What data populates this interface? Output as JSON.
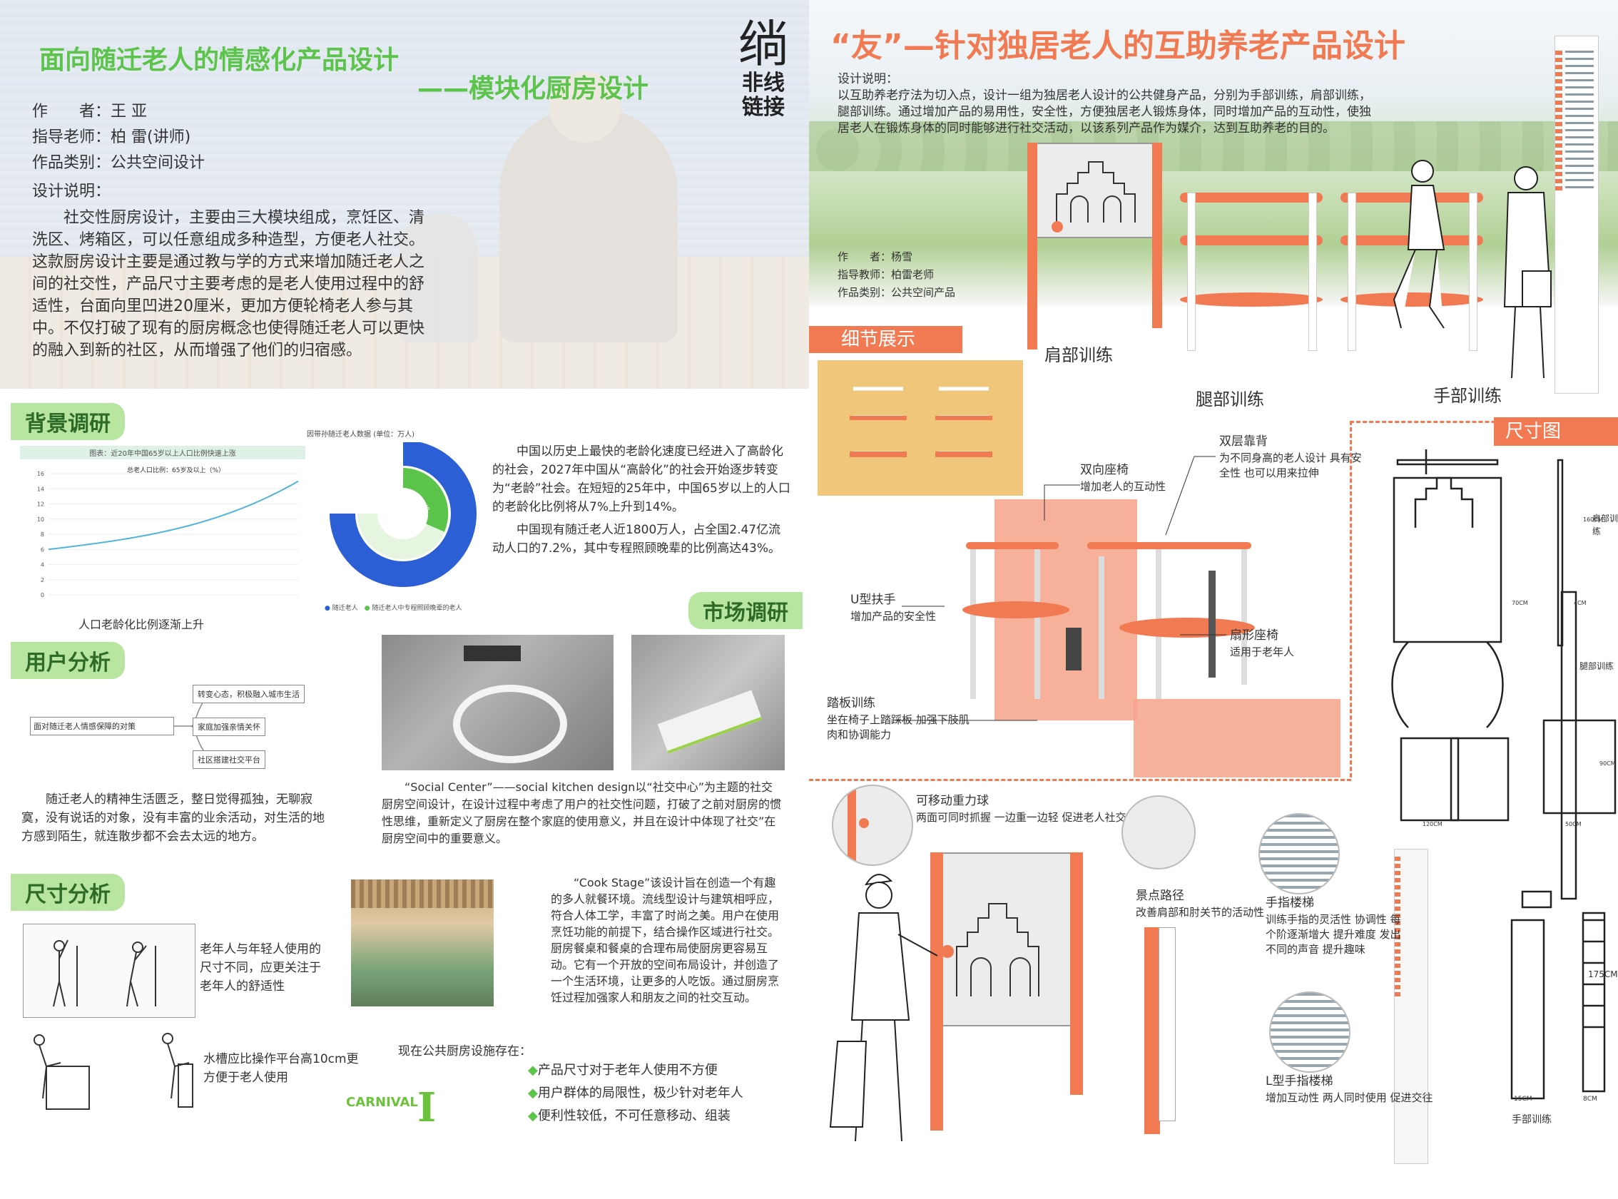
{
  "left": {
    "header": {
      "title_line1": "面向随迁老人的情感化产品设计",
      "title_line2": "——模块化厨房设计",
      "author": "作　　者：王 亚",
      "advisor": "指导老师：柏 雷(讲师)",
      "category": "作品类别：公共空间设计",
      "desc_label": "设计说明：",
      "desc": "社交性厨房设计，主要由三大模块组成，烹饪区、清洗区、烤箱区，可以任意组成多种造型，方便老人社交。这款厨房设计主要是通过教与学的方式来增加随迁老人之间的社交性，产品尺寸主要考虑的是老人使用过程中的舒适性，台面向里凹进20厘米，更加方便轮椅老人参与其中。不仅打破了现有的厨房概念也使得随迁老人可以更快的融入到新的社区，从而增强了他们的归宿感。",
      "logo_line1": "非线",
      "logo_line2": "链接"
    },
    "background": {
      "tag": "背景调研",
      "chart_caption": "图表：近20年中国65岁以上人口比例快速上涨",
      "chart_legend": "总老人口比例：65岁及以上（%）",
      "chart_subtitle": "人口老龄化比例逐渐上升",
      "donut_title": "因带孙随迁老人数据",
      "donut_unit": "(单位：万人)",
      "donut_label1": "随迁老人",
      "donut_label2": "随迁老人中专程照顾晚辈的老人",
      "donut_pct": "43%",
      "para1": "中国以历史上最快的老龄化速度已经进入了高龄化的社会，2027年中国从“高龄化”的社会开始逐步转变为“老龄”社会。在短短的25年中，中国65岁以上的人口的老龄化比例将从7%上升到14%。",
      "para2": "中国现有随迁老人近1800万人，占全国2.47亿流动人口的7.2%，其中专程照顾晚辈的比例高达43%。"
    },
    "market": {
      "tag": "市场调研",
      "caption1": "“Social Center”——social kitchen design以“社交中心”为主题的社交厨房空间设计，在设计过程中考虑了用户的社交性问题，打破了之前对厨房的惯性思维，重新定义了厨房在整个家庭的使用意义，并且在设计中体现了社交”在厨房空间中的重要意义。",
      "caption2": "“Cook Stage”该设计旨在创造一个有趣的多人就餐环境。流线型设计与建筑相呼应，符合人体工学，丰富了时尚之美。用户在使用烹饪功能的前提下，结合操作区域进行社交。厨房餐桌和餐桌的合理布局使厨房更容易互动。它有一个开放的空间布局设计，并创造了一个生活环境，让更多的人吃饭。通过厨房烹饪过程加强家人和朋友之间的社交互动。",
      "problems_title": "现在公共厨房设施存在：",
      "problems": [
        "产品尺寸对于老年人使用不方便",
        "用户群体的局限性，极少针对老年人",
        "便利性较低，不可任意移动、组装"
      ]
    },
    "user": {
      "tag": "用户分析",
      "root": "面对随迁老人情感保障的对策",
      "branches": [
        "转变心态，积极融入城市生活",
        "家庭加强亲情关怀",
        "社区搭建社交平台"
      ],
      "para": "随迁老人的精神生活匮乏，整日觉得孤独，无聊寂寞，没有说话的对象，没有丰富的业余活动，对生活的地方感到陌生，就连散步都不会去太远的地方。"
    },
    "size": {
      "tag": "尺寸分析",
      "note1": "老年人与年轻人使用的尺寸不同，应更关注于老年人的舒适性",
      "note2": "水槽应比操作平台高10cm更方便于老人使用"
    },
    "footer": {
      "logo1": "CARNIVAL",
      "logo2": "I"
    }
  },
  "right": {
    "title": "“友”—针对独居老人的互助养老产品设计",
    "desc_label": "设计说明：",
    "desc": "以互助养老疗法为切入点，设计一组为独居老人设计的公共健身产品，分别为手部训练，肩部训练，腿部训练。通过增加产品的易用性，安全性，方便独居老人锻炼身体，同时增加产品的互动性，使独居老人在锻炼身体的同时能够进行社交活动，以该系列产品作为媒介，达到互助养老的目的。",
    "author": "作　　者：杨雪",
    "advisor": "指导教师：柏雷老师",
    "category": "作品类别：公共空间产品",
    "product_labels": [
      "肩部训练",
      "腿部训练",
      "手部训练"
    ],
    "detail_tag": "细节展示",
    "size_tag": "尺寸图",
    "callouts": [
      {
        "t": "双层靠背",
        "d": "为不同身高的老人设计 具有安全性 也可以用来拉伸"
      },
      {
        "t": "双向座椅",
        "d": "增加老人的互动性"
      },
      {
        "t": "U型扶手",
        "d": "增加产品的安全性"
      },
      {
        "t": "扇形座椅",
        "d": "适用于老年人"
      },
      {
        "t": "踏板训练",
        "d": "坐在椅子上踏踩板 加强下肢肌肉和协调能力"
      }
    ],
    "bottom_callouts": [
      {
        "t": "可移动重力球",
        "d": "两面可同时抓握 一边重一边轻 促进老人社交"
      },
      {
        "t": "景点路径",
        "d": "改善肩部和肘关节的活动性"
      },
      {
        "t": "手指楼梯",
        "d": "训练手指的灵活性 协调性 每个阶逐渐增大 提升难度 发出不同的声音 提升趣味"
      },
      {
        "t": "L型手指楼梯",
        "d": "增加互动性 两人同时使用 促进交往"
      }
    ],
    "dims": {
      "d1": "160CM",
      "d1b": "肩部训练",
      "d2": "70CM",
      "d3": "4CM",
      "leg": "腿部训练",
      "d4": "120CM",
      "d5": "50CM",
      "d6": "90CM",
      "d7": "175CM",
      "d8": "15CM",
      "d9": "8CM",
      "hand": "手部训练"
    }
  },
  "colors": {
    "green": "#5cc44a",
    "orange": "#f27a52",
    "blue": "#2c5fd6",
    "lightgreen": "#b8e6a0"
  }
}
